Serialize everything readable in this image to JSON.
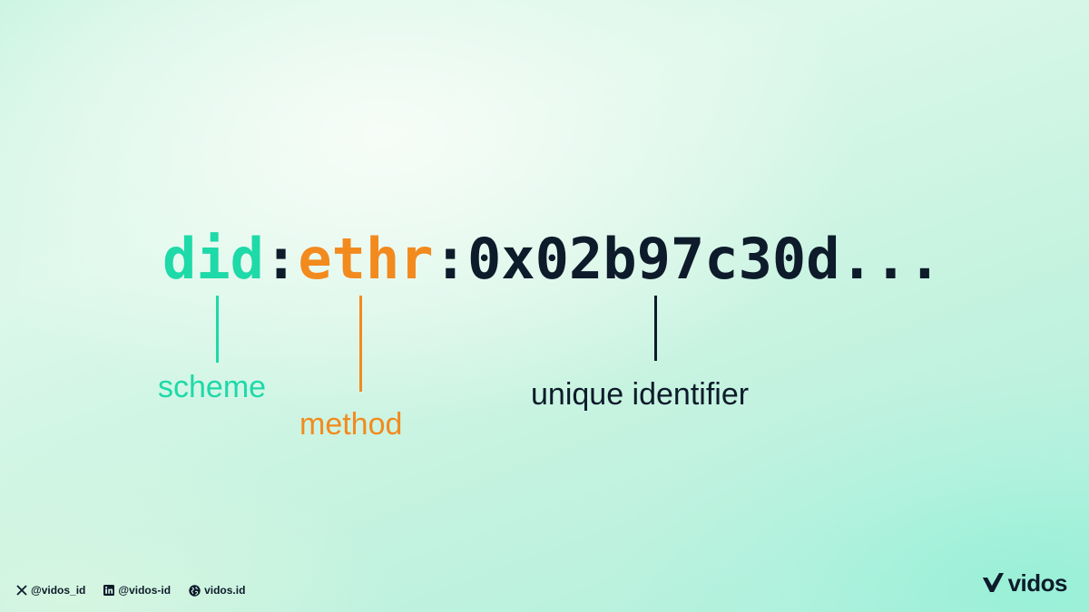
{
  "did": {
    "scheme": "did",
    "separator_1": ":",
    "method": "ethr",
    "separator_2": ":",
    "identifier": "0x02b97c30d..."
  },
  "labels": {
    "scheme": "scheme",
    "method": "method",
    "identifier": "unique identifier"
  },
  "colors": {
    "scheme": "#1ed9a8",
    "method": "#f28a1e",
    "identifier": "#0d1b2a"
  },
  "footer": {
    "x_handle": "@vidos_id",
    "linkedin_handle": "@vidos-id",
    "website": "vidos.id"
  },
  "brand": {
    "name": "vidos",
    "logo_icon": "vidos-check-logo"
  }
}
